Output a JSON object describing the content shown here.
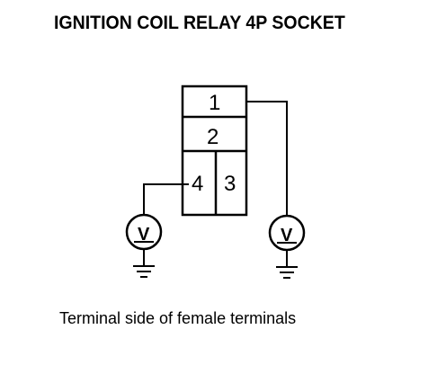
{
  "title": "IGNITION COIL RELAY 4P SOCKET",
  "caption": "Terminal side of female terminals",
  "terminals": {
    "t1": "1",
    "t2": "2",
    "t3": "3",
    "t4": "4"
  },
  "meters": {
    "left": "V",
    "right": "V"
  },
  "icons": [
    "voltmeter-icon",
    "ground-icon"
  ]
}
